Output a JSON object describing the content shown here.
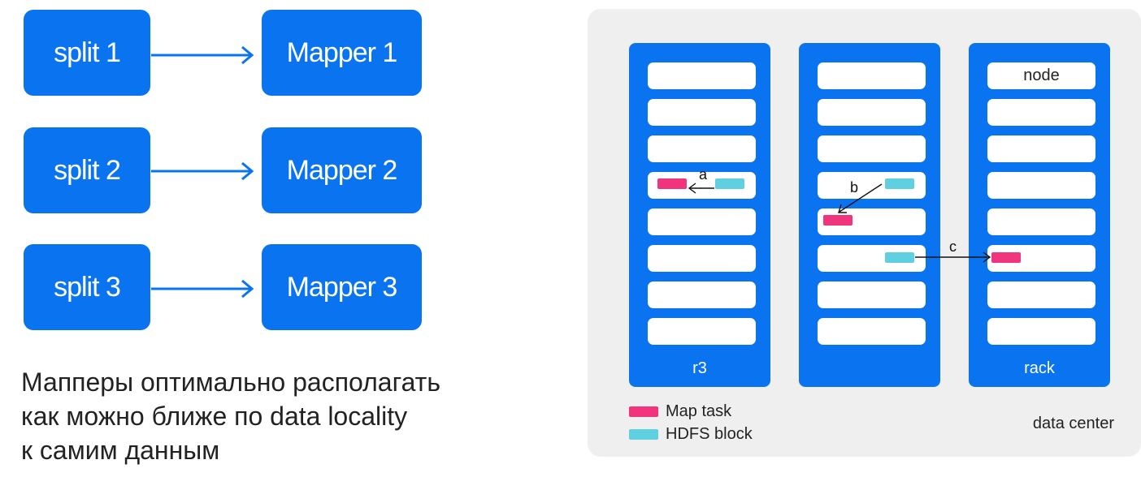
{
  "pipeline": {
    "rows": [
      {
        "split": "split 1",
        "mapper": "Mapper 1"
      },
      {
        "split": "split 2",
        "mapper": "Mapper 2"
      },
      {
        "split": "split 3",
        "mapper": "Mapper 3"
      }
    ]
  },
  "caption": {
    "lines": [
      "Мапперы оптимально располагать",
      "как можно ближе по data locality",
      "к самим данным"
    ]
  },
  "datacenter": {
    "label": "data center",
    "racks": [
      {
        "label": "r3",
        "node_label": ""
      },
      {
        "label": "",
        "node_label": ""
      },
      {
        "label": "rack",
        "node_label": "node"
      }
    ],
    "arrows": {
      "a": "a",
      "b": "b",
      "c": "c"
    }
  },
  "legend": {
    "map_task": "Map task",
    "hdfs_block": "HDFS block"
  },
  "colors": {
    "primary_blue": "#0a74f0",
    "map_task": "#f0357c",
    "hdfs_block": "#5fd0e0",
    "panel_bg": "#efefef"
  }
}
